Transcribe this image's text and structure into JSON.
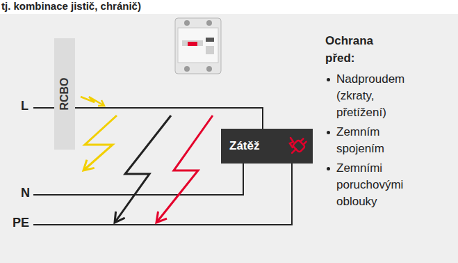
{
  "diagram": {
    "title": "tj. kombinace jistič, chránič)",
    "nodes": [
      {
        "text": [
          "RCBO"
        ]
      },
      {
        "text": [
          "Zátěž"
        ]
      }
    ],
    "edges": [
      {
        "from": 0,
        "to": 1,
        "arrow": "none"
      }
    ],
    "labels": [
      "L",
      "N",
      "PE",
      "Ochrana před:",
      "Nadproudem (zkraty, přetížení)",
      "Zemním spojením",
      "Zemními poruchovými oblouky"
    ]
  }
}
